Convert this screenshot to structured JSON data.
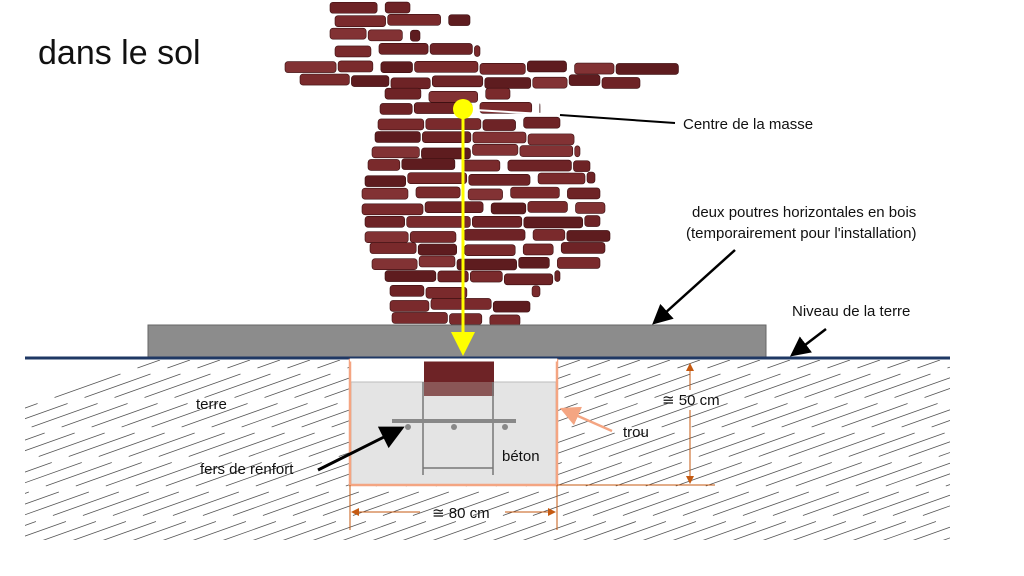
{
  "title": "dans le sol",
  "labels": {
    "centre": "Centre de la masse",
    "poutres_line1": "deux poutres horizontales en bois",
    "poutres_line2": "(temporairement pour l'installation)",
    "niveau": "Niveau de la terre",
    "terre": "terre",
    "trou": "trou",
    "fers": "fers de renfort",
    "beton": "béton",
    "depth": "≅ 50 cm",
    "width": "≅ 80 cm"
  },
  "colors": {
    "sculpture": "#6e2326",
    "beam": "#8c8c8c",
    "ground_line": "#1f3864",
    "hole_outline": "#f4a582",
    "concrete": "#e4e4e4",
    "centre_marker": "#ffff00",
    "dimension": "#c55a11"
  }
}
